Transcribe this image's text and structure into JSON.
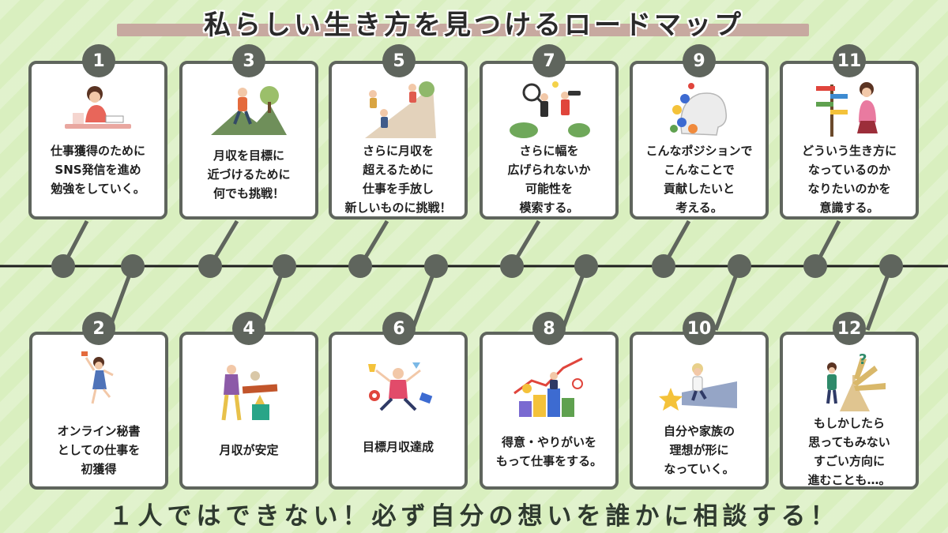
{
  "title": "私らしい生き方を見つけるロードマップ",
  "steps": {
    "s1": {
      "num": "1",
      "text": "仕事獲得のために\nSNS発信を進め\n勉強をしていく。",
      "icon": "woman-studying-icon"
    },
    "s2": {
      "num": "2",
      "text": "オンライン秘書\nとしての仕事を\n初獲得",
      "icon": "jumping-woman-icon"
    },
    "s3": {
      "num": "3",
      "text": "月収を目標に\n近づけるために\n何でも挑戦！",
      "icon": "hiker-icon"
    },
    "s4": {
      "num": "4",
      "text": "月収が安定",
      "icon": "balancing-blocks-icon"
    },
    "s5": {
      "num": "5",
      "text": "さらに月収を\n超えるために\n仕事を手放し\n新しいものに挑戦！",
      "icon": "climbers-icon"
    },
    "s6": {
      "num": "6",
      "text": "目標月収達成",
      "icon": "celebration-icon"
    },
    "s7": {
      "num": "7",
      "text": "さらに幅を\n広げられないか\n可能性を\n模索する。",
      "icon": "magnifier-people-icon"
    },
    "s8": {
      "num": "8",
      "text": "得意・やりがいを\nもって仕事をする。",
      "icon": "growth-chart-icon"
    },
    "s9": {
      "num": "9",
      "text": "こんなポジションで\nこんなことで\n貢献したいと\n考える。",
      "icon": "head-flowers-icon"
    },
    "s10": {
      "num": "10",
      "text": "自分や家族の\n理想が形に\nなっていく。",
      "icon": "star-flying-icon"
    },
    "s11": {
      "num": "11",
      "text": "どういう生き方に\nなっているのか\nなりたいのかを\n意識する。",
      "icon": "signpost-woman-icon"
    },
    "s12": {
      "num": "12",
      "text": "もしかしたら\n思ってもみない\nすごい方向に\n進むことも…。",
      "icon": "crossroads-icon"
    }
  },
  "footer": "１人ではできない！必ず自分の想いを誰かに相談する！",
  "colors": {
    "background": "#d9efbf",
    "card_border": "#5f655d",
    "node": "#5f655d",
    "title_band": "#c7a9a0"
  }
}
